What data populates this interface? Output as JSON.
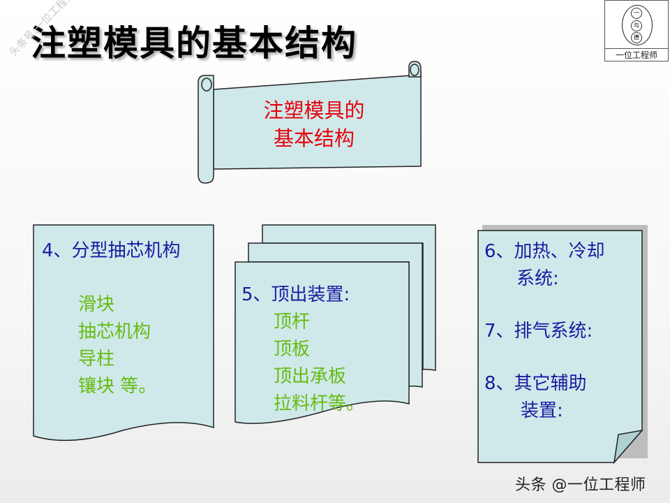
{
  "title": "注塑模具的基本结构",
  "watermark_top": "头条号:一位工程师",
  "logo": {
    "glyphs": [
      "一",
      "与",
      "德"
    ],
    "label": "一位工程师"
  },
  "scroll": {
    "line1": "注塑模具的",
    "line2": "基本结构"
  },
  "box_left": {
    "heading": "4、分型抽芯机构",
    "items": [
      "滑块",
      "抽芯机构",
      "导柱",
      "镶块 等。"
    ]
  },
  "box_middle": {
    "heading": "5、顶出装置:",
    "items": [
      "顶杆",
      "顶板",
      "顶出承板",
      "拉料杆等。"
    ]
  },
  "box_right": {
    "item6_line1": "6、加热、冷却",
    "item6_line2": "系统:",
    "item7": "7、排气系统:",
    "item8_line1": "8、其它辅助",
    "item8_line2": "装置:"
  },
  "bottom_watermark": "头条 @一位工程师",
  "colors": {
    "box_fill": "#cfe9ea",
    "title_text": "#000000",
    "scroll_text": "#e8000b",
    "heading_text": "#1a1aa0",
    "item_text": "#66bb11"
  }
}
